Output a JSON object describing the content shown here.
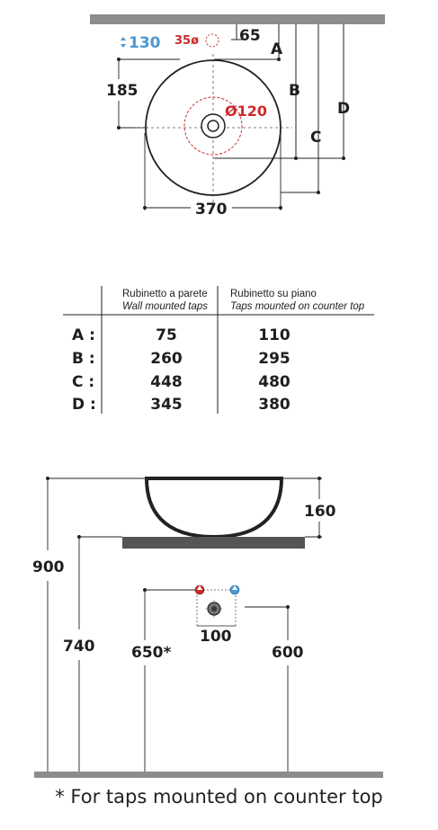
{
  "top_view": {
    "blue_dim": "130",
    "red_dim": "35ø",
    "red_circle_dim": "Ø120",
    "offset_dim": "65",
    "depth_dim": "185",
    "width_dim": "370",
    "letters": {
      "a": "A",
      "b": "B",
      "c": "C",
      "d": "D"
    },
    "colors": {
      "blue": "#4a98d4",
      "red": "#cc2a2a",
      "wall": "#8c8c8c",
      "line": "#222222"
    }
  },
  "table": {
    "col1_it": "Rubinetto a parete",
    "col1_en": "Wall mounted taps",
    "col2_it": "Rubinetto su piano",
    "col2_en": "Taps mounted on counter top",
    "rows": [
      {
        "label": "A :",
        "wall": "75",
        "counter": "110"
      },
      {
        "label": "B :",
        "wall": "260",
        "counter": "295"
      },
      {
        "label": "C :",
        "wall": "448",
        "counter": "480"
      },
      {
        "label": "D :",
        "wall": "345",
        "counter": "380"
      }
    ]
  },
  "side_view": {
    "bowl_height": "160",
    "total_height": "900",
    "counter_height": "740",
    "tap_height": "650*",
    "drain_height": "600",
    "tap_spacing": "100"
  },
  "footnote": "* For taps mounted on counter top"
}
